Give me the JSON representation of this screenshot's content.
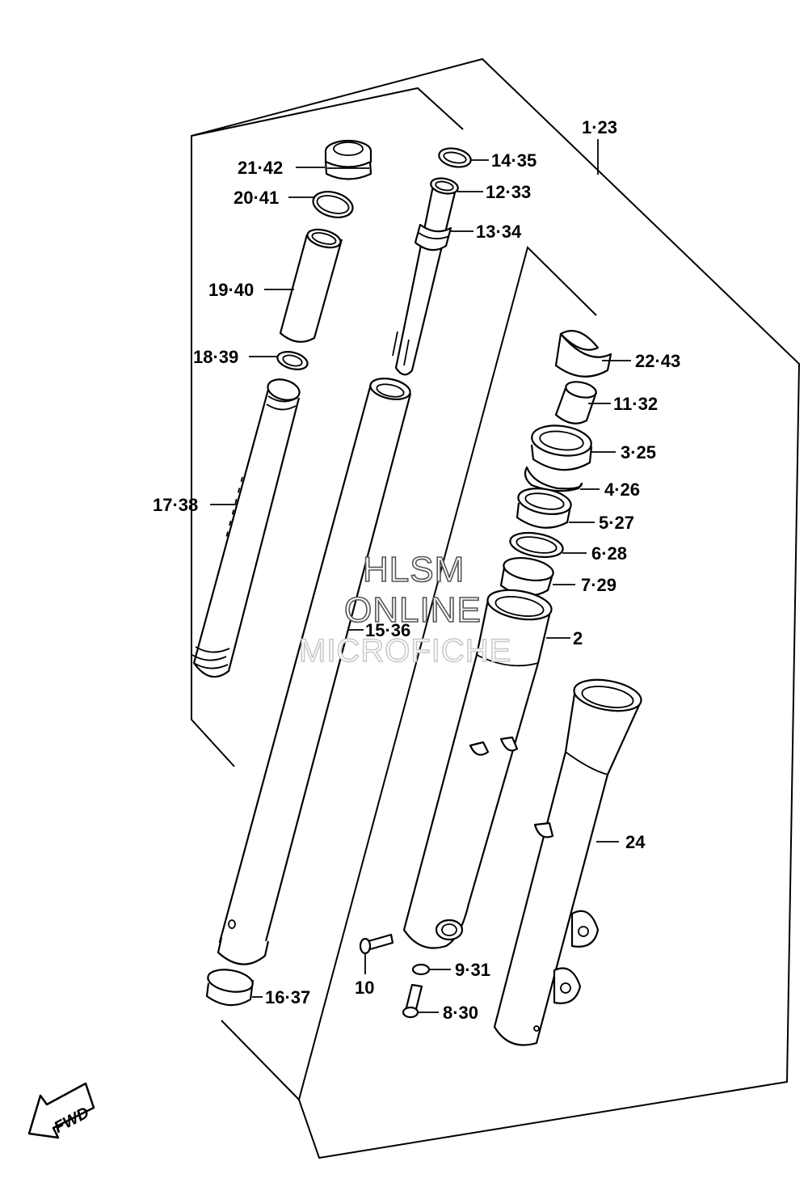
{
  "labels": {
    "assembly": "1·23",
    "oil_bolt": "21·42",
    "o_ring_cap": "20·41",
    "spacer": "19·40",
    "washer": "18·39",
    "spring": "17·38",
    "inner_tube": "15·36",
    "guide_bushing": "16·37",
    "seal_ring": "14·35",
    "piston_ring": "12·33",
    "cylinder": "13·34",
    "oil_lock": "22·43",
    "slide_bushing": "11·32",
    "dust_seal": "3·25",
    "stopper_ring": "4·26",
    "oil_seal": "5·27",
    "seal_retainer": "6·28",
    "bushing_outer": "7·29",
    "outer_tube_left": "2",
    "outer_tube_right": "24",
    "bolt_10": "10",
    "gasket": "9·31",
    "drain_bolt": "8·30"
  },
  "watermark": {
    "line1": "HLSM",
    "line2": "ONLINE",
    "line3": "MICROFICHE"
  },
  "fwd_label": "FWD"
}
